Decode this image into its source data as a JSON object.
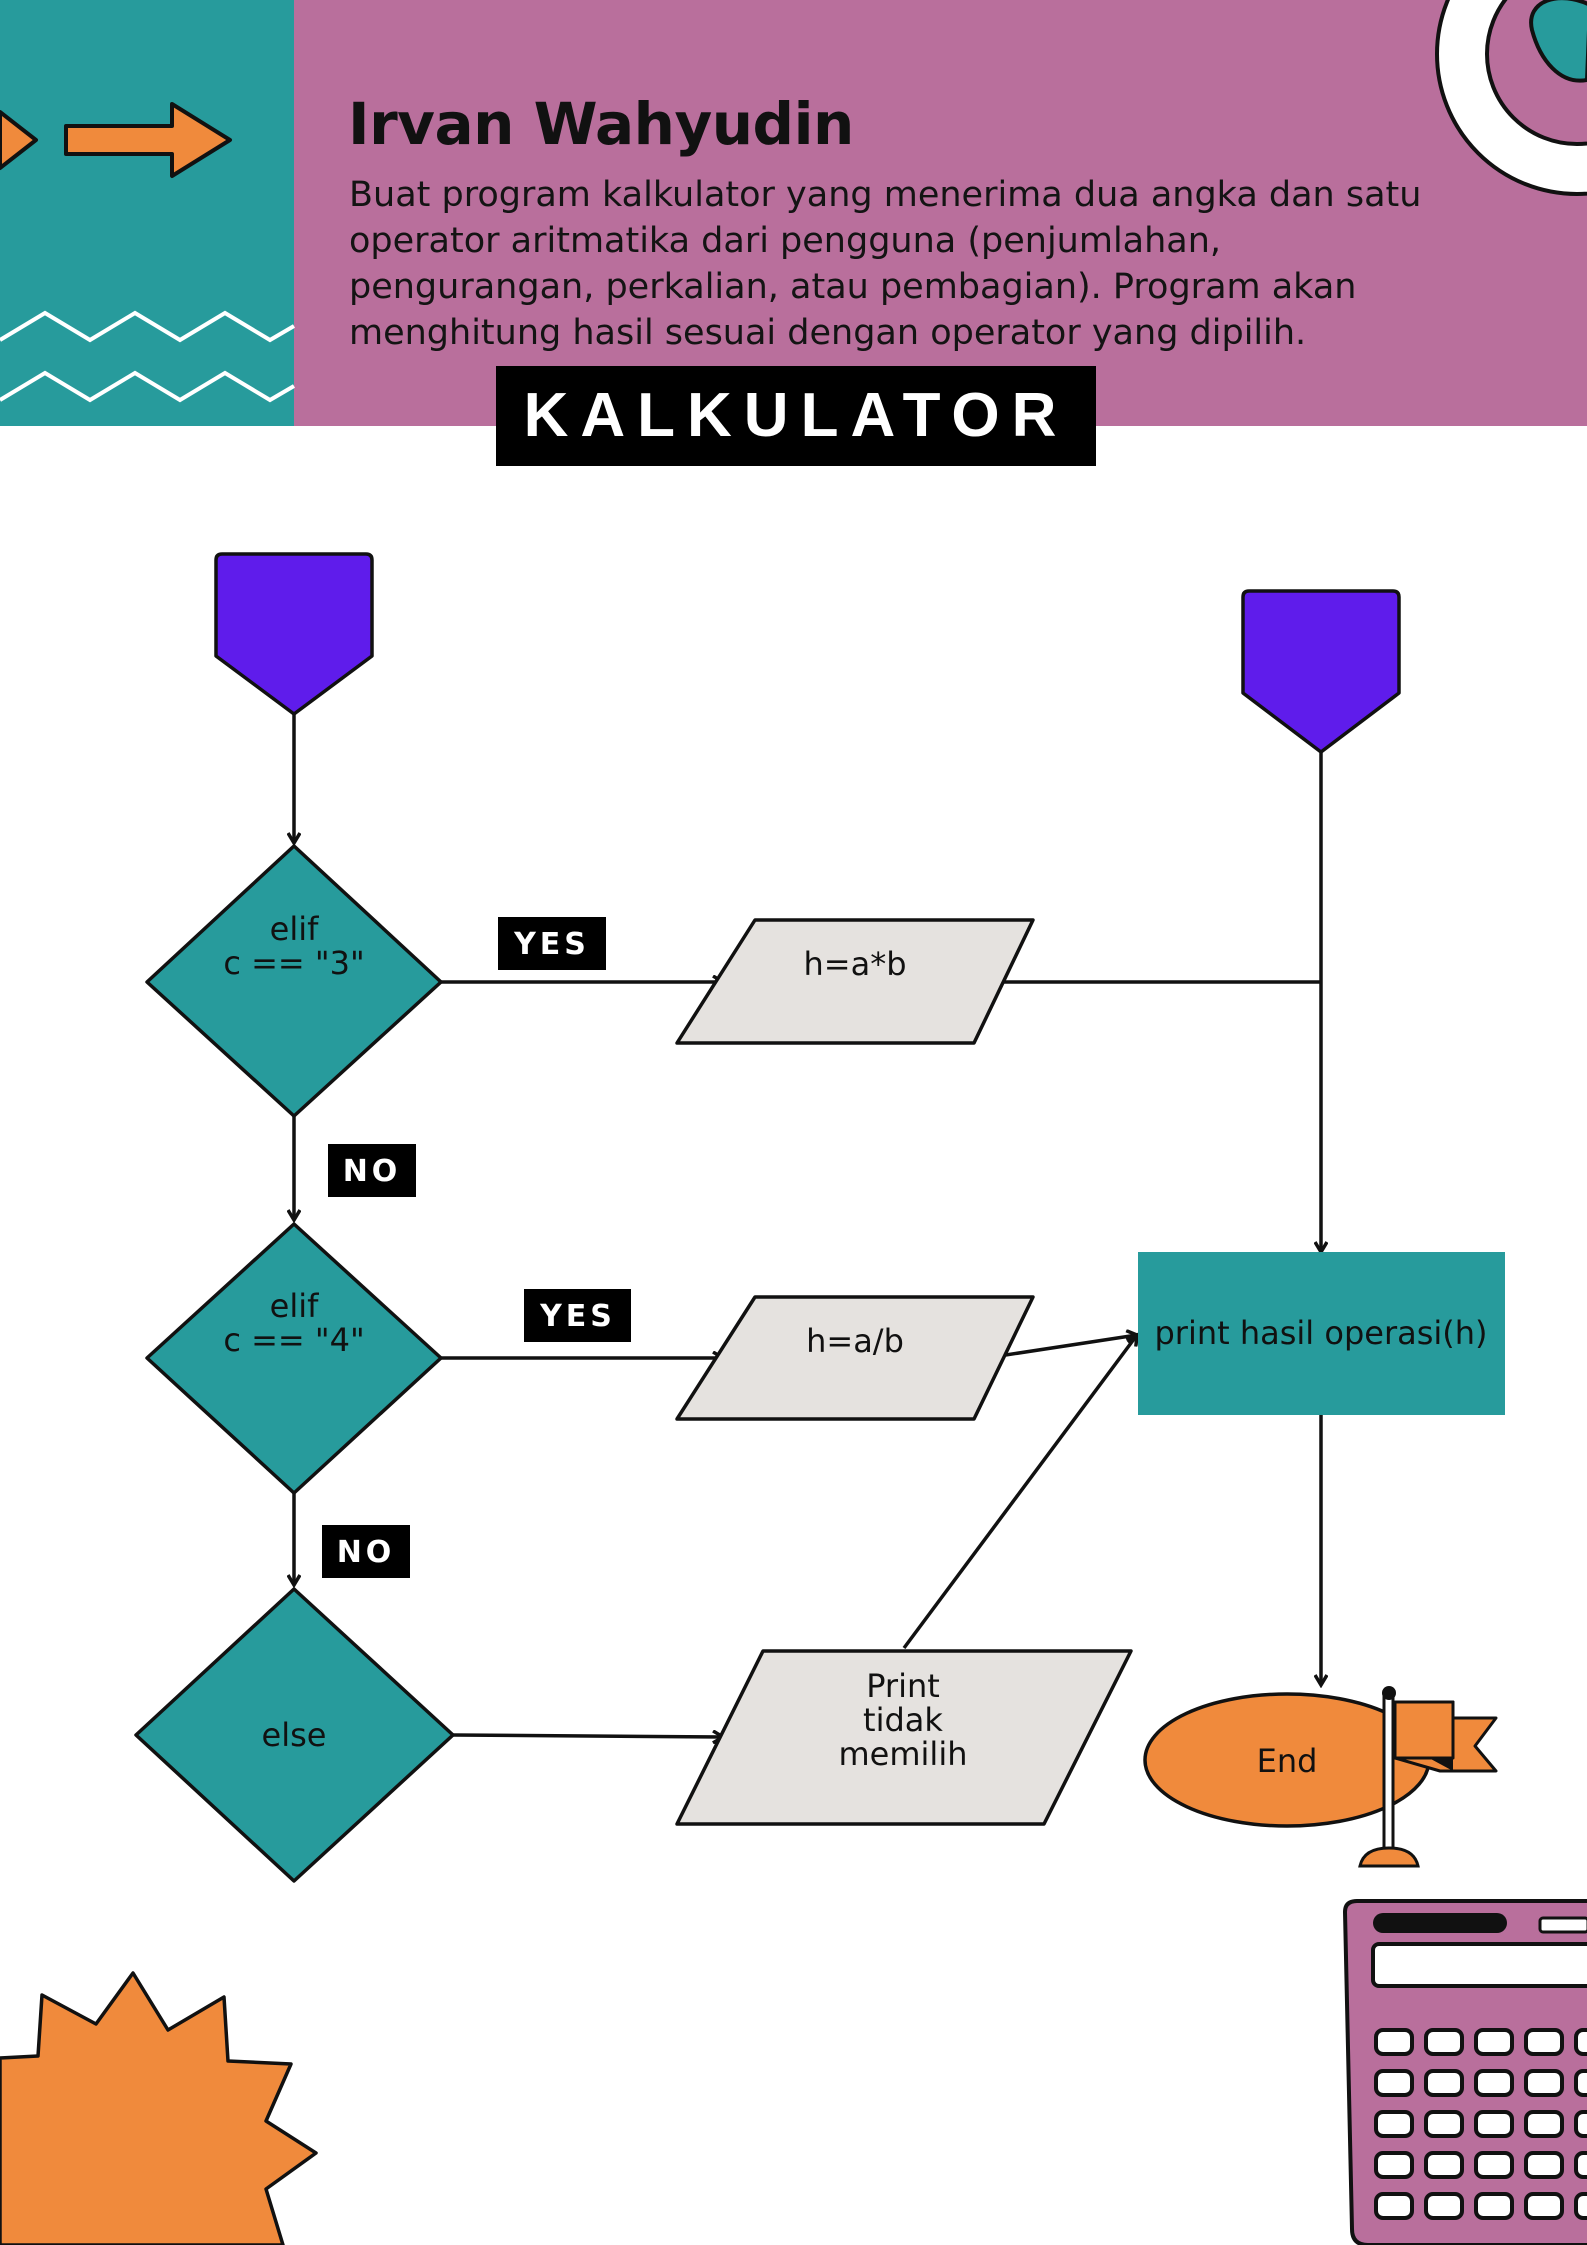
{
  "header": {
    "author": "Irvan Wahyudin",
    "description": "Buat program kalkulator yang menerima dua angka dan satu operator aritmatika dari pengguna (penjumlahan, pengurangan, perkalian, atau pembagian). Program akan menghitung hasil sesuai dengan operator yang dipilih.",
    "title": "KALKULATOR"
  },
  "flowchart": {
    "decision_mul": [
      "elif",
      "c == \"3\""
    ],
    "decision_div": [
      "elif",
      "c == \"4\""
    ],
    "decision_else": "else",
    "process_mul": "h=a*b",
    "process_div": "h=a/b",
    "process_else": [
      "Print",
      "tidak",
      "memilih"
    ],
    "output": "print hasil operasi(h)",
    "end": "End",
    "yes_label": "YES",
    "no_label": "NO"
  },
  "colors": {
    "teal": "#279b9c",
    "pink": "#b96f9c",
    "orange": "#f08a3c",
    "purple": "#5f1ceb",
    "gray_process": "#e5e2df",
    "black": "#000000"
  }
}
